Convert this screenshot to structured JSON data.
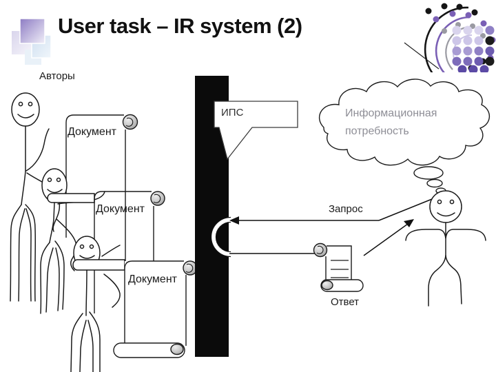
{
  "slide": {
    "title": "User task – IR system (2)"
  },
  "diagram": {
    "authors_label": "Авторы",
    "documents": [
      {
        "label": "Документ"
      },
      {
        "label": "Документ"
      },
      {
        "label": "Документ"
      }
    ],
    "system_label": "ИПС",
    "info_need": {
      "line1": "Информационная",
      "line2": "потребность"
    },
    "query_label": "Запрос",
    "answer_label": "Ответ"
  },
  "icons": {
    "title_decoration": "overlapping-squares-icon",
    "corner_logo": "dotted-circles-logo"
  },
  "colors": {
    "accent_purple": "#7a5fb5",
    "lavender": "#cdc6e8",
    "bar_black": "#0b0b0b",
    "ink": "#1a1a1a",
    "curl_gray": "#c6c6c6",
    "cloud_text_gray": "#8e8e96"
  }
}
